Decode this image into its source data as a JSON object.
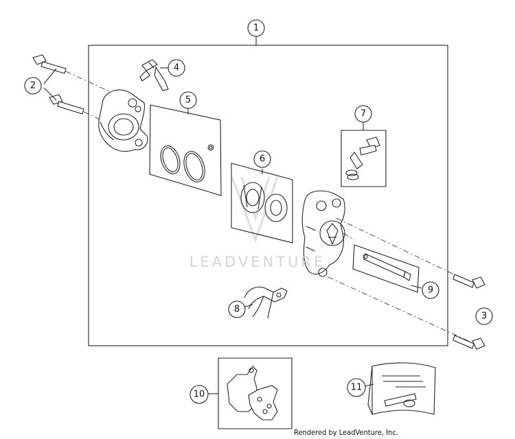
{
  "watermark": "LEADVENTURE",
  "credit": "Rendered by LeadVenture, Inc.",
  "callouts": [
    "1",
    "2",
    "3",
    "4",
    "5",
    "6",
    "7",
    "8",
    "9",
    "10",
    "11"
  ],
  "colors": {
    "line": "#222222",
    "watermark": "#d4d4d4",
    "part_fill": "#ffffff"
  }
}
